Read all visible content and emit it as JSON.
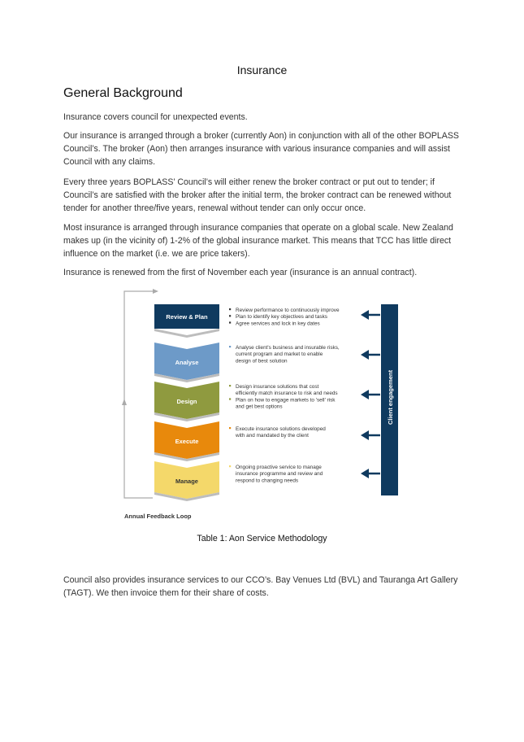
{
  "document": {
    "title": "Insurance",
    "heading": "General Background",
    "paragraphs": [
      "Insurance covers council for unexpected events.",
      "Our insurance is arranged through a broker (currently Aon) in conjunction with all of the other BOPLASS Council’s.  The broker (Aon) then arranges insurance with various insurance companies and will assist Council with any claims.",
      "Every three years BOPLASS’ Council’s will either renew the broker contract or put out to tender; if Council’s are satisfied with the broker after the initial term, the broker contract can be renewed without tender for another three/five years, renewal without tender can only occur once.",
      "Most insurance is arranged through insurance companies that operate on a global scale.  New Zealand makes up (in the vicinity of) 1-2% of the global insurance market.  This means that TCC has little direct influence on the market (i.e. we are price takers).",
      "Insurance is renewed from the first of November each year (insurance is an annual contract).",
      "Council also provides insurance services to our CCO’s.  Bay Venues Ltd (BVL) and Tauranga Art Gallery (TAGT).  We then invoice them for their share of costs."
    ],
    "caption": "Table 1: Aon Service Methodology"
  },
  "diagram": {
    "steps": [
      {
        "label": "Review & Plan",
        "color": "#0f3a5f",
        "text_color": "#ffffff",
        "bullets": [
          "Review performance to continuously improve",
          "Plan to identify key objectives and tasks",
          "Agree services and lock in key dates"
        ]
      },
      {
        "label": "Analyse",
        "color": "#6d9ac8",
        "text_color": "#ffffff",
        "bullets": [
          "Analyse client's business and insurable risks, current program and market to enable design of best solution"
        ]
      },
      {
        "label": "Design",
        "color": "#8f9a3f",
        "text_color": "#ffffff",
        "bullets": [
          "Design insurance solutions that cost efficiently match insurance to risk and needs",
          "Plan on how to engage markets to 'sell' risk and get best options"
        ]
      },
      {
        "label": "Execute",
        "color": "#e8890c",
        "text_color": "#ffffff",
        "bullets": [
          "Execute insurance solutions developed with and mandated by the client"
        ]
      },
      {
        "label": "Manage",
        "color": "#f4d86a",
        "text_color": "#333333",
        "bullets": [
          "Ongoing proactive service to manage insurance programme and review and respond to changing needs"
        ]
      }
    ],
    "bullet_lines": [
      [
        "Review performance to continuously improve",
        "Plan to identify key objectives and tasks",
        "Agree services and lock in key dates"
      ],
      [
        "Analyse client's business and insurable risks,",
        "current program and market to enable",
        "design of best solution"
      ],
      [
        "Design insurance solutions that cost",
        "efficiently match insurance to risk and needs",
        "Plan on how to engage markets to 'sell' risk",
        "and get best options"
      ],
      [
        "Execute insurance solutions developed",
        "with and mandated by the client"
      ],
      [
        "Ongoing proactive service to manage",
        "insurance programme and review and",
        "respond to changing needs"
      ]
    ],
    "client_engagement_label": "Client engagement",
    "feedback_label": "Annual Feedback Loop",
    "bar_color": "#0f3a5f"
  }
}
